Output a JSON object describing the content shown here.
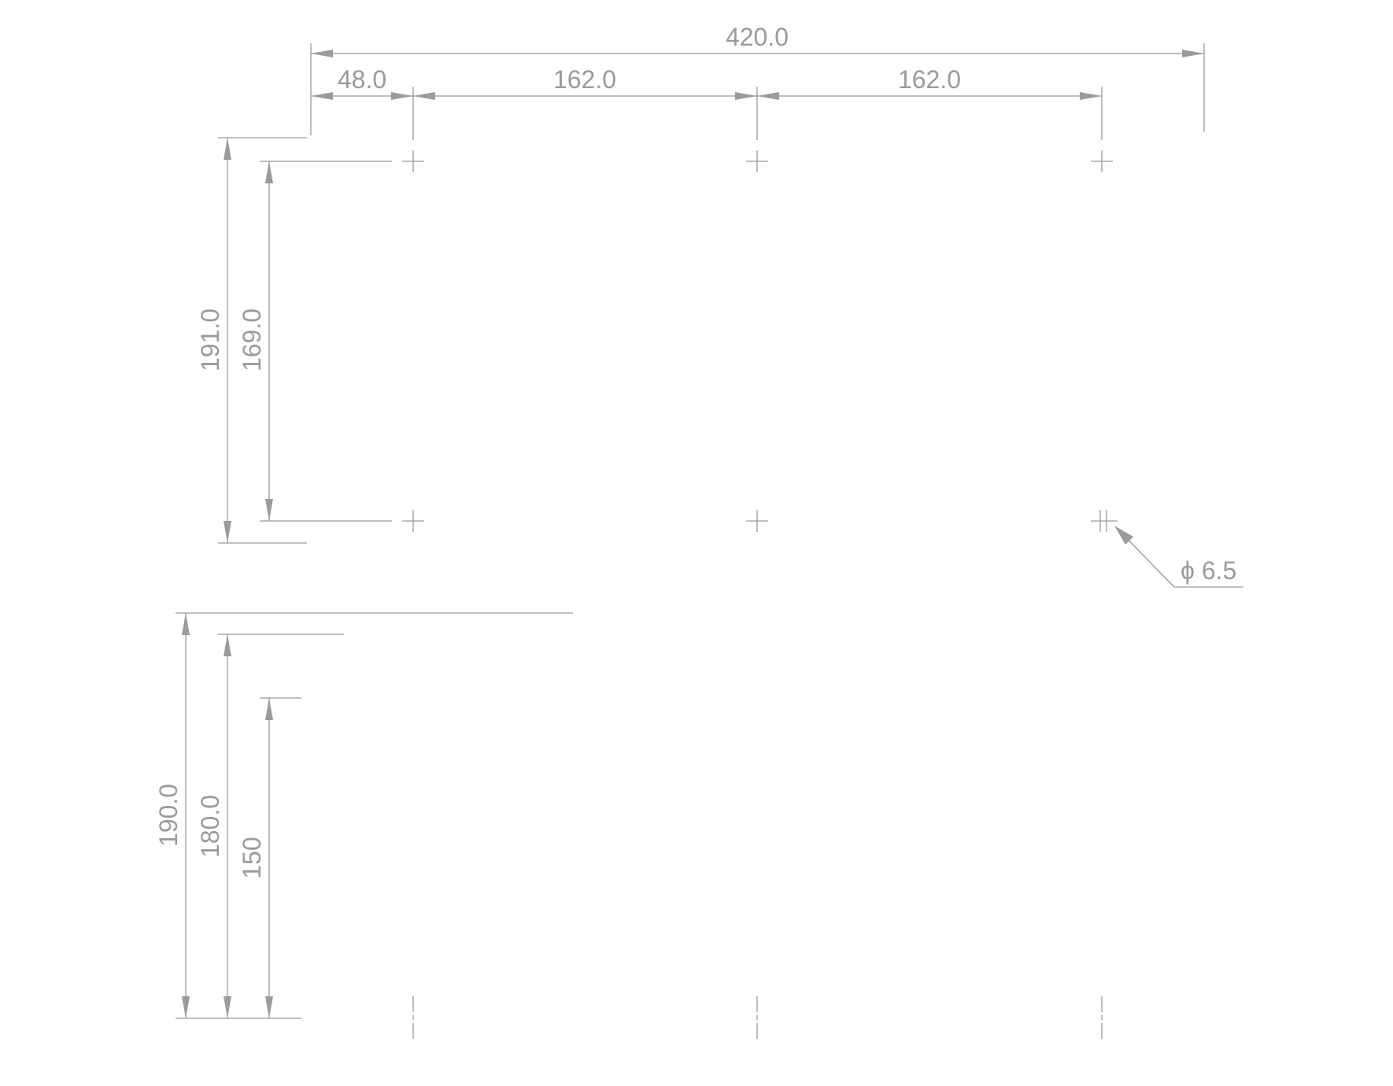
{
  "dimensions": {
    "overall_width": "420.0",
    "left_offset": "48.0",
    "spacing_1": "162.0",
    "spacing_2": "162.0",
    "outer_height": "191.0",
    "inner_height": "169.0",
    "hole_diameter": "ϕ 6.5",
    "side_height_outer": "190.0",
    "side_height_mid": "180.0",
    "side_height_inner": "150"
  },
  "colors": {
    "line": "#9b9b9b",
    "background": "#ffffff"
  }
}
